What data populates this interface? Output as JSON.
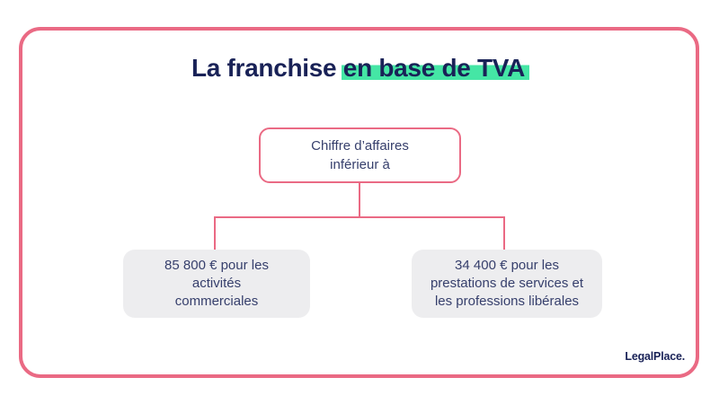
{
  "theme": {
    "card_border_color": "#ea6a84",
    "connector_color": "#ea6a84",
    "highlight_color": "#45e6a5",
    "title_color": "#192257",
    "node_text_color": "#363f6c",
    "leaf_background": "#ededef",
    "page_background": "#ffffff"
  },
  "title": {
    "plain": "La franchise ",
    "highlighted": "en base de TVA"
  },
  "diagram": {
    "root": {
      "lines": [
        "Chiffre d’affaires",
        "inférieur à"
      ]
    },
    "children": [
      {
        "lines": [
          "85 800 € pour les",
          "activités",
          "commerciales"
        ]
      },
      {
        "lines": [
          "34 400 € pour les",
          "prestations de services et",
          "les professions libérales"
        ]
      }
    ]
  },
  "footer": {
    "brand": "LegalPlace."
  }
}
